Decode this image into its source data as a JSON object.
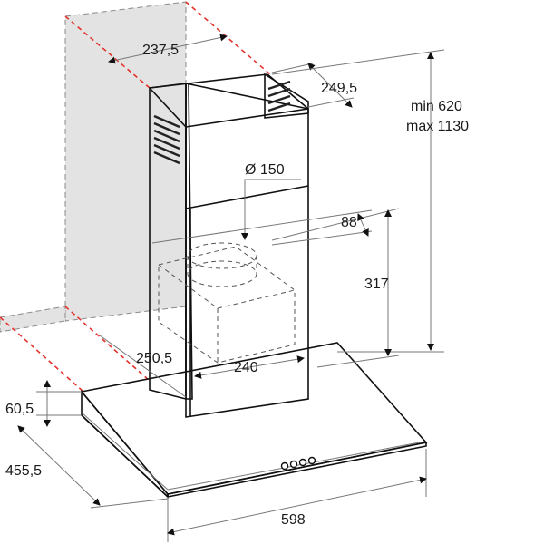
{
  "diagram": {
    "dimensions": {
      "top_width": "237,5",
      "top_depth": "249,5",
      "height_min": "min 620",
      "height_max": "max 1130",
      "duct_diameter": "Ø 150",
      "duct_offset": "88",
      "inner_height": "317",
      "side_offset": "250,5",
      "chimney_width": "240",
      "canopy_height": "60,5",
      "canopy_depth": "455,5",
      "canopy_width": "598"
    },
    "colors": {
      "wall_fill": "#e3e3e3",
      "wall_line_red": "#e3322b"
    }
  }
}
